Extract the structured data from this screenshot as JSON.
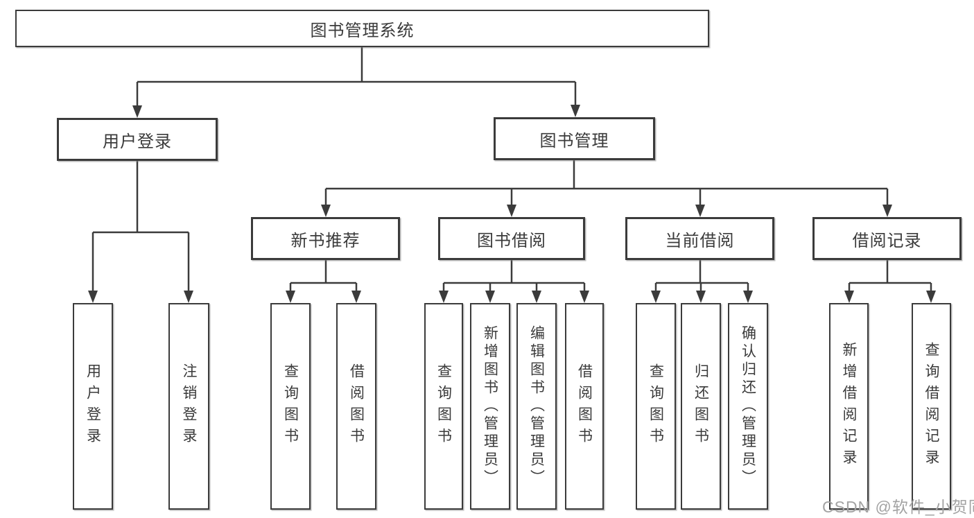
{
  "diagram": {
    "title": "图书管理系统",
    "level2": [
      {
        "label": "用户登录"
      },
      {
        "label": "图书管理"
      }
    ],
    "level3": [
      {
        "label": "新书推荐",
        "parent": "图书管理"
      },
      {
        "label": "图书借阅",
        "parent": "图书管理"
      },
      {
        "label": "当前借阅",
        "parent": "图书管理"
      },
      {
        "label": "借阅记录",
        "parent": "图书管理"
      }
    ],
    "leaves": [
      {
        "label": "用户登录",
        "parent": "用户登录"
      },
      {
        "label": "注销登录",
        "parent": "用户登录"
      },
      {
        "label": "查询图书",
        "parent": "新书推荐"
      },
      {
        "label": "借阅图书",
        "parent": "新书推荐"
      },
      {
        "label": "查询图书",
        "parent": "图书借阅"
      },
      {
        "label": "新增图书（管理员）",
        "parent": "图书借阅"
      },
      {
        "label": "编辑图书（管理员）",
        "parent": "图书借阅"
      },
      {
        "label": "借阅图书",
        "parent": "图书借阅"
      },
      {
        "label": "查询图书",
        "parent": "当前借阅"
      },
      {
        "label": "归还图书",
        "parent": "当前借阅"
      },
      {
        "label": "确认归还（管理员）",
        "parent": "当前借阅"
      },
      {
        "label": "新增借阅记录",
        "parent": "借阅记录"
      },
      {
        "label": "查询借阅记录",
        "parent": "借阅记录"
      }
    ],
    "colors": {
      "line": "#3b3b3b",
      "text": "#3a3a3a",
      "background": "#ffffff",
      "watermark_text_color": "#a3a3a3"
    }
  },
  "watermark": {
    "text": "CSDN @软件_小贺同学"
  }
}
